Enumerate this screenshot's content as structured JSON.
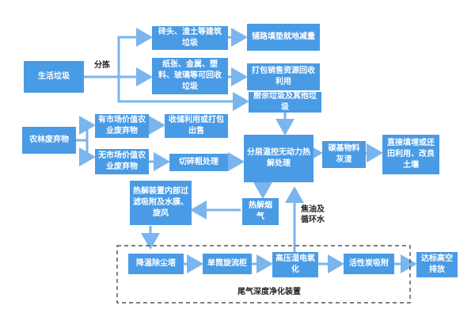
{
  "colors": {
    "box_fill": "#4a9be6",
    "arrow": "#7ab5ee",
    "box_text": "#ffffff",
    "label_text": "#222222",
    "dashed_border": "#333333"
  },
  "nodes": {
    "domestic_waste": "生活垃圾",
    "bricks": "砖头、渣土等建筑垃圾",
    "road_fill": "铺路填垫就地减量",
    "recyclables": "纸张、金属、塑料、玻璃等可回收垃圾",
    "pack_sell": "打包销售资源回收利用",
    "kitchen_waste": "厨余垃圾及其他垃圾",
    "agri_waste": "农林废弃物",
    "market_value": "有市场价值农业废弃物",
    "collect_sell": "收储利用或打包出售",
    "no_market_value": "无市场价值农业废弃物",
    "shred": "切碎粗处理",
    "pyrolysis": "分层温控无动力热解处理",
    "carbon_ash": "碳基物料灰渣",
    "soil": "直接填埋或还田利用、改良土壤",
    "internal_filter": "热解装置内部过滤吸附及水膜、旋风",
    "pyro_smoke": "热解烟气",
    "cooling_tower": "降温除尘塔",
    "cyclone": "单筒旋流柜",
    "electrostatic": "高压湿电氧化",
    "activated_carbon": "活性炭吸附",
    "emission": "达标高空排放"
  },
  "labels": {
    "sorting": "分拣",
    "tar_recycle": "焦油及循环水",
    "purification": "尾气深度净化装置"
  }
}
